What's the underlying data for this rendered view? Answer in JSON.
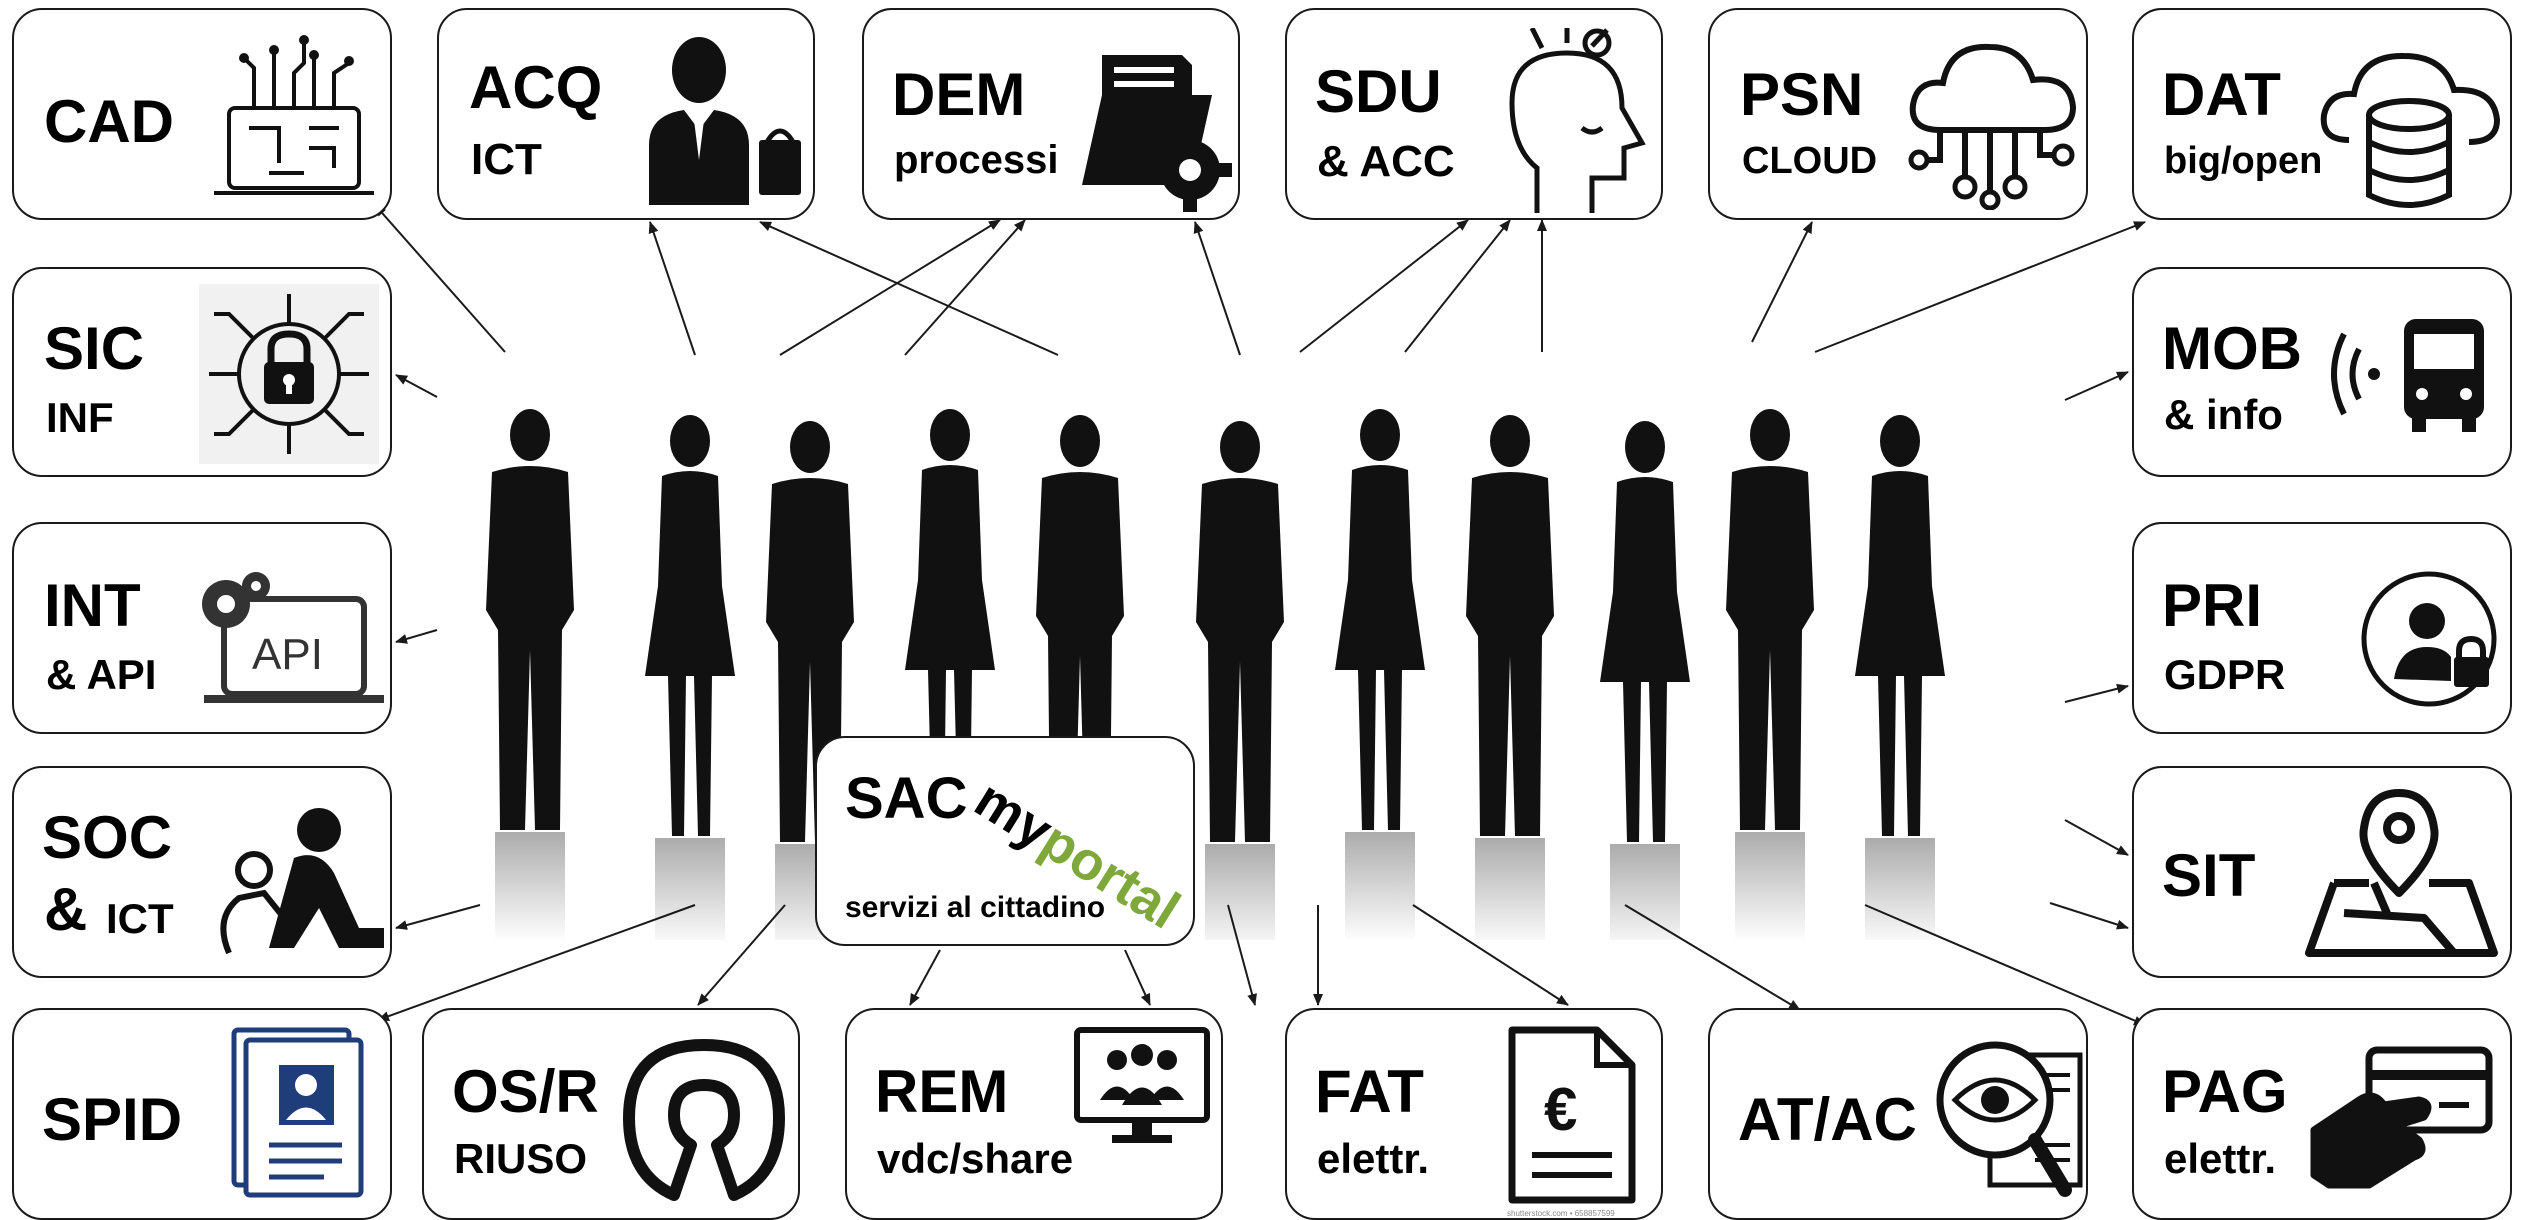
{
  "colors": {
    "line": "#1a1a1a",
    "accent": "#7fa83a",
    "silhouette": "#111111"
  },
  "top_row": [
    {
      "code": "CAD",
      "sub": "",
      "icon": "circuit-laptop-icon"
    },
    {
      "code": "ACQ",
      "sub": "ICT",
      "icon": "businessman-bag-icon"
    },
    {
      "code": "DEM",
      "sub": "processi",
      "icon": "folder-gear-icon"
    },
    {
      "code": "SDU",
      "sub": "& ACC",
      "icon": "head-ideas-icon"
    },
    {
      "code": "PSN",
      "sub": "CLOUD",
      "icon": "cloud-network-icon"
    },
    {
      "code": "DAT",
      "sub": "big/open",
      "icon": "cloud-database-icon"
    }
  ],
  "left_column": [
    {
      "code": "SIC",
      "sub": "INF",
      "icon": "lock-circuit-icon"
    },
    {
      "code": "INT",
      "sub": "& API",
      "icon": "api-laptop-icon",
      "icon_text": "API"
    },
    {
      "code": "SOC",
      "sub": "ICT",
      "sub_prefix": "&",
      "icon": "care-people-icon"
    }
  ],
  "right_column": [
    {
      "code": "MOB",
      "sub": "& info",
      "icon": "bus-signal-icon"
    },
    {
      "code": "PRI",
      "sub": "GDPR",
      "icon": "user-lock-icon"
    },
    {
      "code": "SIT",
      "sub": "",
      "icon": "map-pin-icon"
    }
  ],
  "bottom_row": [
    {
      "code": "SPID",
      "sub": "",
      "icon": "id-card-icon"
    },
    {
      "code": "OS/R",
      "sub": "RIUSO",
      "icon": "open-source-icon"
    },
    {
      "code": "REM",
      "sub": "vdc/share",
      "icon": "video-conference-icon"
    },
    {
      "code": "FAT",
      "sub": "elettr.",
      "icon": "euro-invoice-icon"
    },
    {
      "code": "AT/AC",
      "sub": "",
      "icon": "eye-magnifier-icon"
    },
    {
      "code": "PAG",
      "sub": "elettr.",
      "icon": "card-payment-icon"
    }
  ],
  "center": {
    "code": "SAC",
    "sub": "servizi al cittadino",
    "logo_my": "my",
    "logo_portal": "portal"
  },
  "watermark": "shutterstock.com • 658857599"
}
